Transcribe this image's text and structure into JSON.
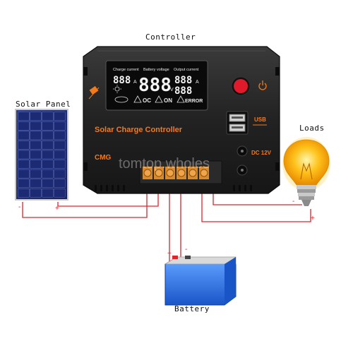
{
  "labels": {
    "controller": "Controller",
    "solar_panel": "Solar Panel",
    "loads": "Loads",
    "battery": "Battery"
  },
  "device": {
    "title": "Solar Charge Controller",
    "brand": "CMG",
    "lcd_header": [
      "Charge current",
      "Battery voltage",
      "Output current"
    ],
    "unit_amp": "A",
    "unit_volt": "V",
    "digits_small": "888",
    "digits_large": "888",
    "badge_oc": "OC",
    "badge_on": "ON",
    "badge_error": "ERROR",
    "usb_label": "USB",
    "dc_label": "DC 12V"
  },
  "watermark": "tomtop.wholes",
  "polarity": {
    "plus": "+",
    "minus": "-"
  },
  "colors": {
    "case": "#1f1f1f",
    "accent_orange": "#f27a1a",
    "wire": "#e0242b",
    "power_button": "#e01a2a",
    "terminal": "#d98a2c",
    "battery_blue": "#2c6fd6"
  }
}
